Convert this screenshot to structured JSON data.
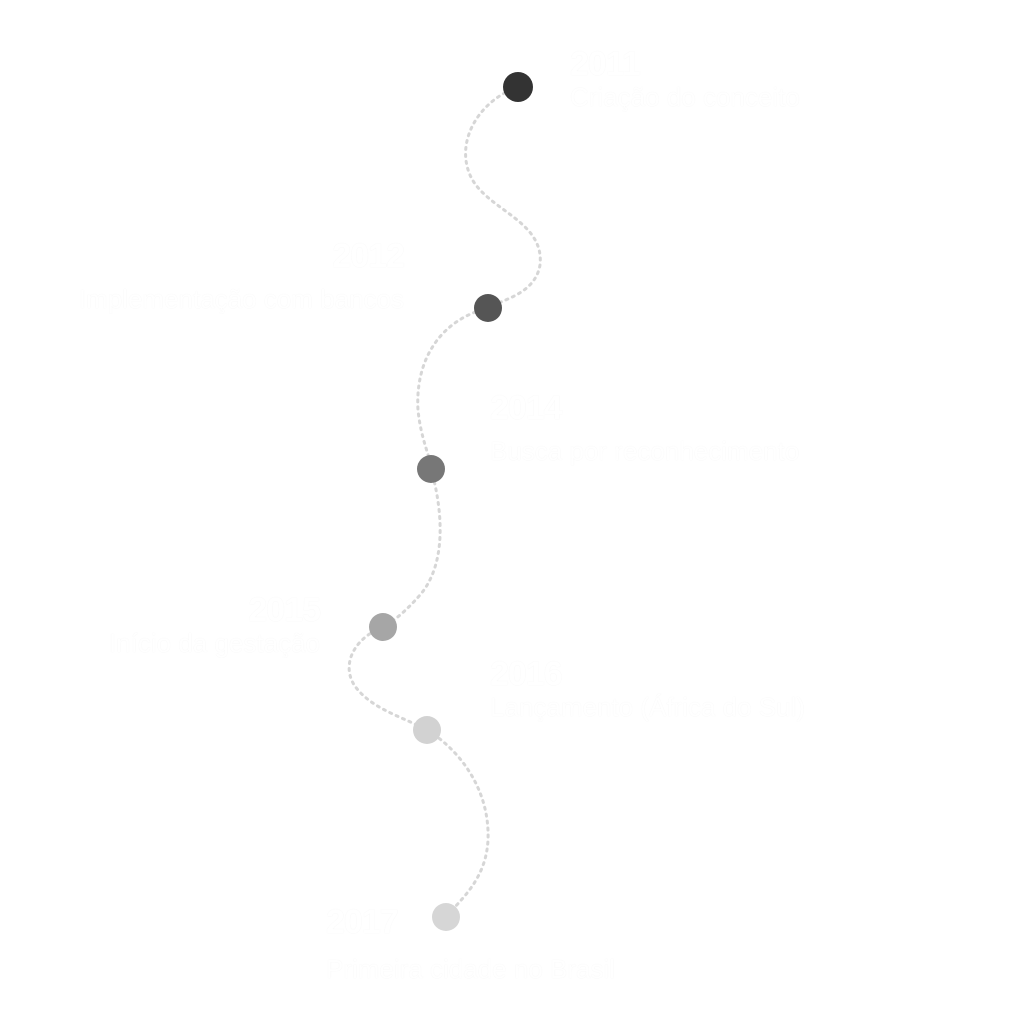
{
  "timeline": {
    "path_color": "#d6d6d6",
    "events": [
      {
        "year": "2011",
        "description": "Criação do conceito",
        "dot_color": "#333333"
      },
      {
        "year": "2012",
        "description": "Implementação com bancos",
        "dot_color": "#555555"
      },
      {
        "year": "2014",
        "description": "Busca por reconhecimento",
        "dot_color": "#777777"
      },
      {
        "year": "2015",
        "description": "Início da gestação",
        "dot_color": "#a6a6a6"
      },
      {
        "year": "2016",
        "description": "Lançamento (África do Sul)",
        "dot_color": "#d2d2d2"
      },
      {
        "year": "2017",
        "description": "Primeira cidade no Brasil",
        "dot_color": "#d6d6d6"
      }
    ]
  }
}
